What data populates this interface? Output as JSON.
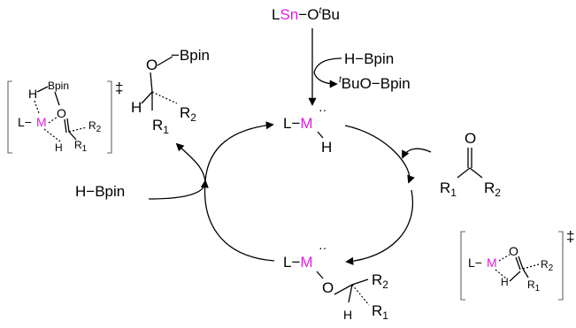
{
  "catalyst_precursor": {
    "prefix": "L",
    "metal": "Sn",
    "bond": "−",
    "alkoxide": "O",
    "tbu_sup": "t",
    "tbu": "Bu"
  },
  "reagent_in": {
    "label": "H−Bpin"
  },
  "byproduct": {
    "sup": "t",
    "label": "BuO−Bpin"
  },
  "hydride": {
    "L": "L",
    "dash": "−",
    "M": "M",
    "dots": "··",
    "H": "H"
  },
  "ketone": {
    "O": "O",
    "R1": "R",
    "R1_sub": "1",
    "R2": "R",
    "R2_sub": "2"
  },
  "alkoxide_intermediate": {
    "L": "L",
    "dash": "−",
    "M": "M",
    "dots": "··",
    "O": "O",
    "R2": "R",
    "R2_sub": "2",
    "H": "H",
    "R1": "R",
    "R1_sub": "1"
  },
  "product": {
    "O": "O",
    "bpin_bond": "−Bpin",
    "H": "H",
    "R1": "R",
    "R1_sub": "1",
    "R2": "R",
    "R2_sub": "2"
  },
  "hbpin_in": {
    "label": "H−Bpin"
  },
  "ts1": {
    "H": "H",
    "Bpin": "Bpin",
    "L": "L",
    "M": "M",
    "O": "O",
    "H2": "H",
    "R1": "R",
    "R1_sub": "1",
    "R2": "R",
    "R2_sub": "2",
    "dagger": "‡"
  },
  "ts2": {
    "L": "L",
    "M": "M",
    "O": "O",
    "H": "H",
    "R1": "R",
    "R1_sub": "1",
    "R2": "R",
    "R2_sub": "2",
    "dagger": "‡"
  },
  "colors": {
    "metal": "#e020e0",
    "ink": "#000000"
  }
}
